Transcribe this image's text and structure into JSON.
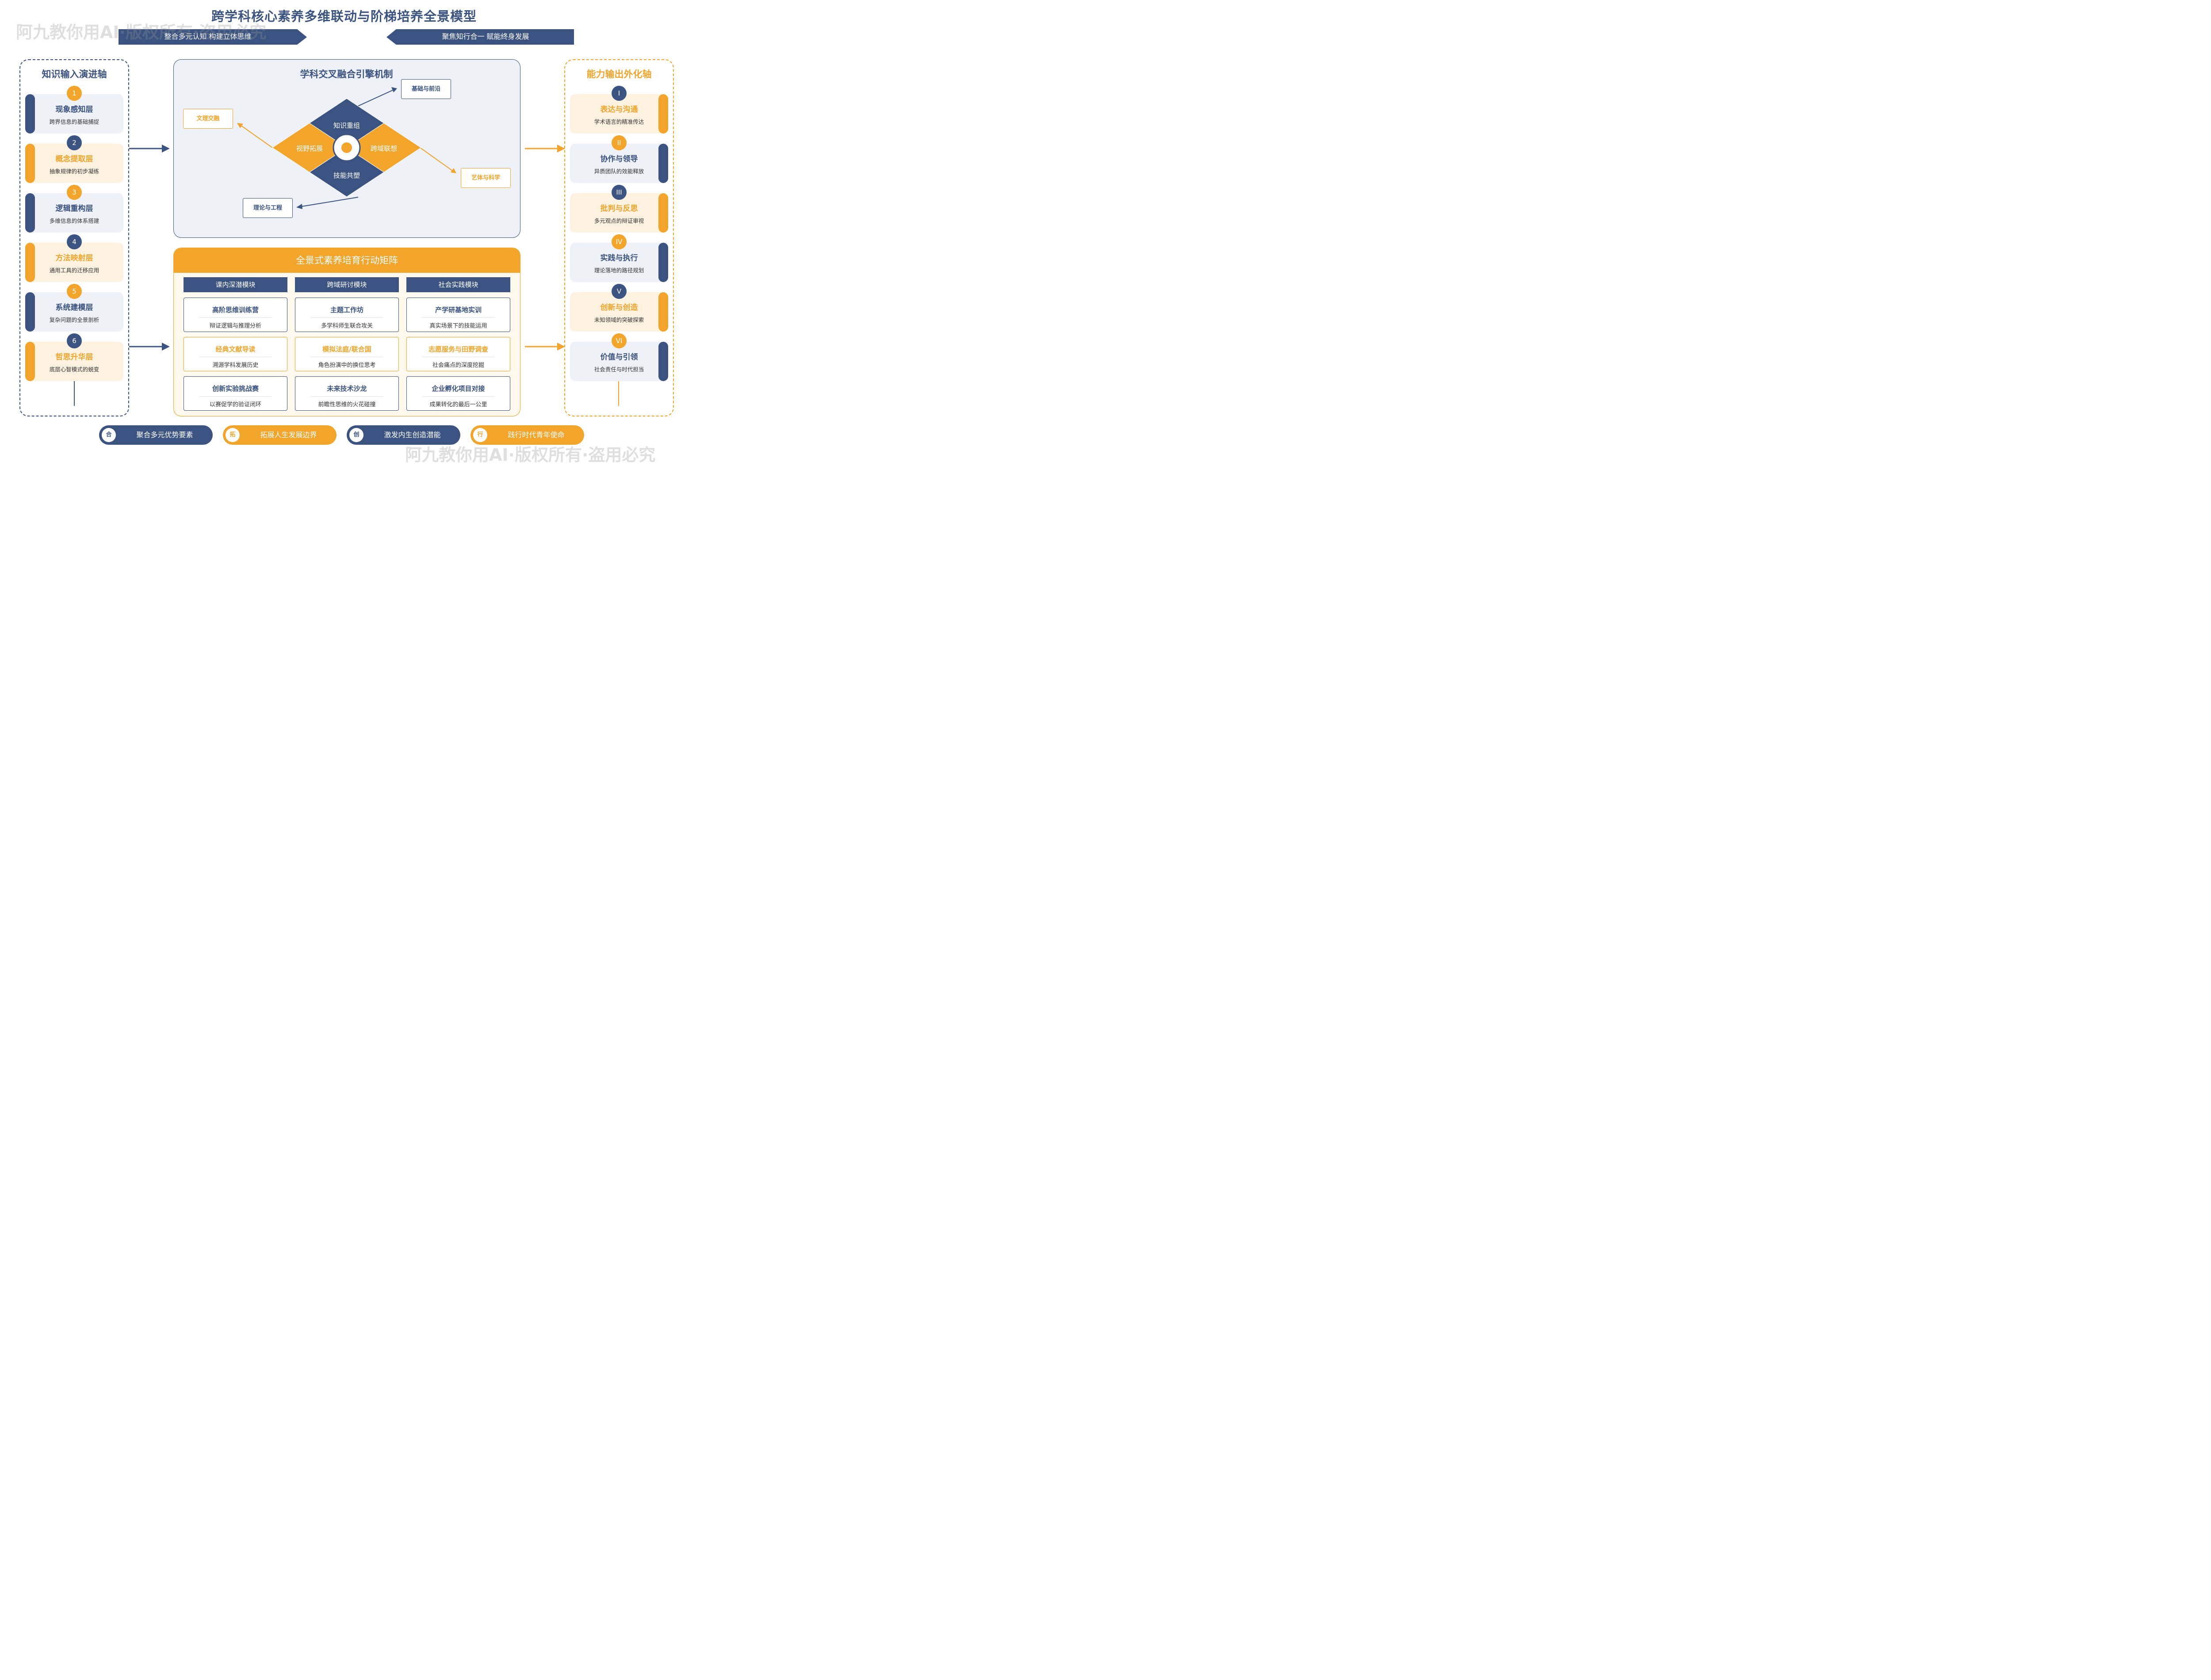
{
  "title": "跨学科核心素养多维联动与阶梯培养全景模型",
  "watermark": "阿九教你用AI·版权所有·盗用必究",
  "banners": {
    "left": "整合多元认知 构建立体思维",
    "right": "聚焦知行合一 赋能终身发展"
  },
  "left_axis": {
    "title": "知识输入演进轴",
    "layers": [
      {
        "num": "1",
        "title": "现象感知层",
        "sub": "跨界信息的基础捕捉"
      },
      {
        "num": "2",
        "title": "概念提取层",
        "sub": "抽象规律的初步凝练"
      },
      {
        "num": "3",
        "title": "逻辑重构层",
        "sub": "多维信息的体系搭建"
      },
      {
        "num": "4",
        "title": "方法映射层",
        "sub": "通用工具的迁移应用"
      },
      {
        "num": "5",
        "title": "系统建模层",
        "sub": "复杂问题的全景剖析"
      },
      {
        "num": "6",
        "title": "哲思升华层",
        "sub": "底层心智模式的蜕变"
      }
    ]
  },
  "right_axis": {
    "title": "能力输出外化轴",
    "layers": [
      {
        "num": "I",
        "title": "表达与沟通",
        "sub": "学术语言的精准传达"
      },
      {
        "num": "II",
        "title": "协作与领导",
        "sub": "异质团队的效能释放"
      },
      {
        "num": "III",
        "title": "批判与反思",
        "sub": "多元观点的辩证审视"
      },
      {
        "num": "IV",
        "title": "实践与执行",
        "sub": "理论落地的路径规划"
      },
      {
        "num": "V",
        "title": "创新与创造",
        "sub": "未知领域的突破探索"
      },
      {
        "num": "VI",
        "title": "价值与引领",
        "sub": "社会责任与时代担当"
      }
    ]
  },
  "engine": {
    "title": "学科交叉融合引擎机制",
    "quadrants": {
      "top": "知识重组",
      "left": "视野拓展",
      "right": "跨域联想",
      "bottom": "技能共塑"
    },
    "tags": {
      "top_right": "基础与前沿",
      "left": "文理交融",
      "right": "艺体与科学",
      "bottom_left": "理论与工程"
    }
  },
  "matrix": {
    "title": "全景式素养培育行动矩阵",
    "columns": [
      "课内深潜模块",
      "跨域研讨模块",
      "社会实践模块"
    ],
    "rows": [
      [
        {
          "title": "高阶思维训练营",
          "sub": "辩证逻辑与推理分析"
        },
        {
          "title": "主题工作坊",
          "sub": "多学科师生联合攻关"
        },
        {
          "title": "产学研基地实训",
          "sub": "真实场景下的技能运用"
        }
      ],
      [
        {
          "title": "经典文献导读",
          "sub": "溯源学科发展历史"
        },
        {
          "title": "模拟法庭/联合国",
          "sub": "角色扮演中的换位思考"
        },
        {
          "title": "志愿服务与田野调查",
          "sub": "社会痛点的深度挖掘"
        }
      ],
      [
        {
          "title": "创新实验挑战赛",
          "sub": "以赛促学的验证闭环"
        },
        {
          "title": "未来技术沙龙",
          "sub": "前瞻性思维的火花碰撞"
        },
        {
          "title": "企业孵化项目对接",
          "sub": "成果转化的最后一公里"
        }
      ]
    ]
  },
  "footer": [
    {
      "char": "合",
      "text": "聚合多元优势要素"
    },
    {
      "char": "拓",
      "text": "拓展人生发展边界"
    },
    {
      "char": "创",
      "text": "激发内生创造潜能"
    },
    {
      "char": "行",
      "text": "践行时代青年使命"
    }
  ],
  "colors": {
    "navy": "#3a5381",
    "orange": "#f2a52a",
    "light_navy": "#eef1f7",
    "light_orange": "#fdf1df"
  }
}
